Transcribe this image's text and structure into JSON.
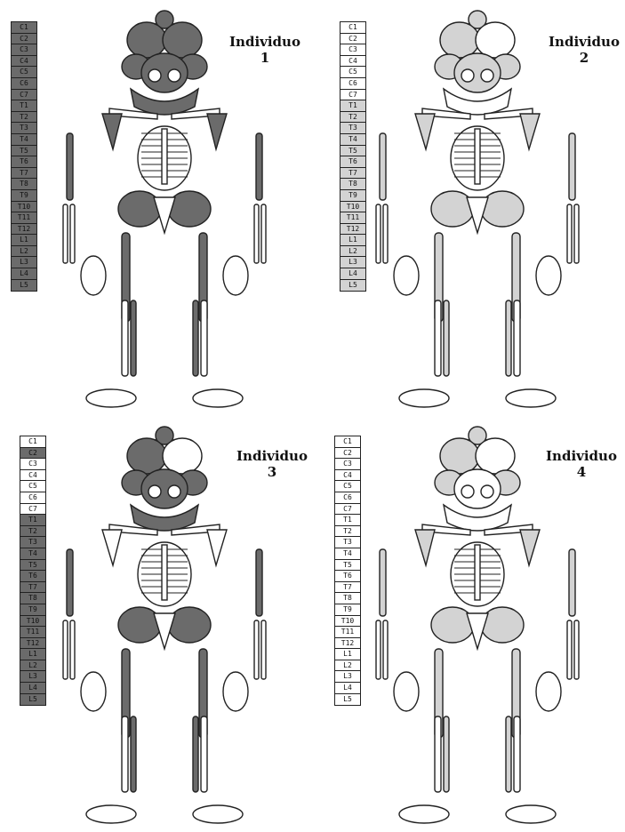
{
  "colors": {
    "dark": "#6b6b6b",
    "light": "#d3d3d3",
    "none": "#ffffff",
    "outline": "#222222"
  },
  "vertebrae_labels": [
    "C1",
    "C2",
    "C3",
    "C4",
    "C5",
    "C6",
    "C7",
    "T1",
    "T2",
    "T3",
    "T4",
    "T5",
    "T6",
    "T7",
    "T8",
    "T9",
    "T10",
    "T11",
    "T12",
    "L1",
    "L2",
    "L3",
    "L4",
    "L5"
  ],
  "panels": [
    {
      "title_word": "Individuo",
      "title_num": "1",
      "bone_shade": "dark",
      "spine_shading": [
        "dark",
        "dark",
        "dark",
        "dark",
        "dark",
        "dark",
        "dark",
        "dark",
        "dark",
        "dark",
        "dark",
        "dark",
        "dark",
        "dark",
        "dark",
        "dark",
        "dark",
        "dark",
        "dark",
        "dark",
        "dark",
        "dark",
        "dark",
        "dark"
      ]
    },
    {
      "title_word": "Individuo",
      "title_num": "2",
      "bone_shade": "light",
      "spine_shading": [
        "none",
        "none",
        "none",
        "none",
        "none",
        "none",
        "none",
        "light",
        "light",
        "light",
        "light",
        "light",
        "light",
        "light",
        "light",
        "light",
        "light",
        "light",
        "light",
        "light",
        "light",
        "light",
        "light",
        "light"
      ]
    },
    {
      "title_word": "Individuo",
      "title_num": "3",
      "bone_shade": "dark",
      "spine_shading": [
        "none",
        "dark",
        "none",
        "none",
        "none",
        "none",
        "none",
        "dark",
        "dark",
        "dark",
        "dark",
        "dark",
        "dark",
        "dark",
        "dark",
        "dark",
        "dark",
        "dark",
        "dark",
        "dark",
        "dark",
        "dark",
        "dark",
        "dark"
      ]
    },
    {
      "title_word": "Individuo",
      "title_num": "4",
      "bone_shade": "light",
      "spine_shading": [
        "none",
        "none",
        "none",
        "none",
        "none",
        "none",
        "none",
        "none",
        "none",
        "none",
        "none",
        "none",
        "none",
        "none",
        "none",
        "none",
        "none",
        "none",
        "none",
        "none",
        "none",
        "none",
        "none",
        "none"
      ]
    }
  ]
}
